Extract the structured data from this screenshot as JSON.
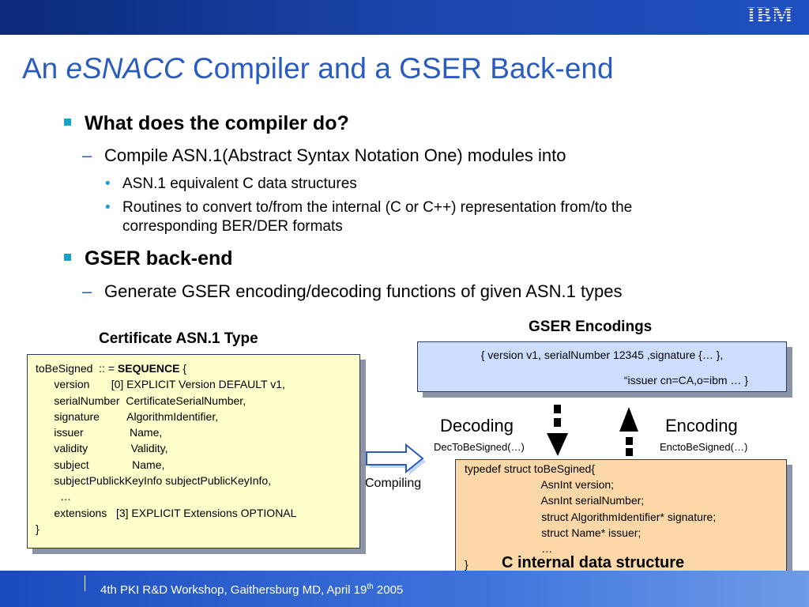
{
  "header": {
    "logo": "IBM"
  },
  "title": {
    "prefix": "An ",
    "emph": "eSNACC",
    "suffix": " Compiler and a GSER Back-end"
  },
  "bullets": {
    "b1": "What does the compiler do?",
    "b1_sub": "Compile ASN.1(Abstract Syntax Notation One) modules into",
    "b1_sub_items": [
      "ASN.1 equivalent C data structures",
      "Routines to convert to/from the internal (C or C++) representation from/to the",
      "corresponding BER/DER formats"
    ],
    "b2": "GSER back-end",
    "b2_sub": "Generate GSER encoding/decoding functions of given ASN.1 types"
  },
  "diagram": {
    "cert_label": "Certificate ASN.1 Type",
    "gser_label": "GSER Encodings",
    "asn_lines": {
      "l0a": "toBeSigned  :: = ",
      "l0b": "SEQUENCE",
      "l0c": " {",
      "l1": "      version       [0] EXPLICIT Version DEFAULT v1,",
      "l2": "      serialNumber  CertificateSerialNumber,",
      "l3": "      signature         AlgorithmIdentifier,",
      "l4": "      issuer               Name,",
      "l5": "      validity              Validity,",
      "l6": "      subject              Name,",
      "l7": "      subjectPublickKeyInfo subjectPublicKeyInfo,",
      "l8": "        …",
      "l9": "      extensions   [3] EXPLICIT Extensions OPTIONAL",
      "l10": "}"
    },
    "gser_line1": "{ version v1, serialNumber 12345 ,signature {… },",
    "gser_line2": "“issuer cn=CA,o=ibm …  }",
    "decoding": "Decoding",
    "decoding_fn": "DecToBeSigned(…)",
    "encoding": "Encoding",
    "encoding_fn": "EnctoBeSigned(…)",
    "compiling": "Compiling",
    "c_lines": {
      "l0": "typedef struct toBeSgined{",
      "l1": "                         AsnInt version;",
      "l2": "                         AsnInt serialNumber;",
      "l3": "                         struct AlgorithmIdentifier* signature;",
      "l4": "                         struct Name* issuer;",
      "l5": "                         …",
      "l6": "}"
    },
    "c_caption": "C internal data structure"
  },
  "footer": {
    "pre": "4th PKI R&D Workshop, Gaithersburg MD, April 19",
    "sup": "th",
    "post": " 2005"
  }
}
